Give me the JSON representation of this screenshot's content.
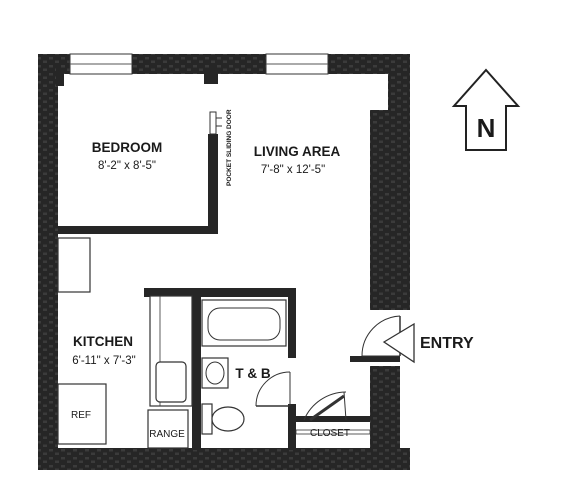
{
  "rooms": {
    "bedroom": {
      "name": "BEDROOM",
      "dimensions": "8'-2\" x 8'-5\""
    },
    "living": {
      "name": "LIVING AREA",
      "dimensions": "7'-8\" x 12'-5\""
    },
    "kitchen": {
      "name": "KITCHEN",
      "dimensions": "6'-11\" x 7'-3\""
    },
    "bath": {
      "name": "T & B"
    },
    "closet": {
      "name": "CLOSET"
    }
  },
  "fixtures": {
    "ref": "REF",
    "range": "RANGE",
    "pocket_door": "POCKET SLIDING DOOR"
  },
  "entry_label": "ENTRY",
  "north_label": "N",
  "colors": {
    "wall": "#262626",
    "wall_texture": "#3a3a3a",
    "line": "#333333",
    "fixture_fill": "#f2f2f2"
  }
}
